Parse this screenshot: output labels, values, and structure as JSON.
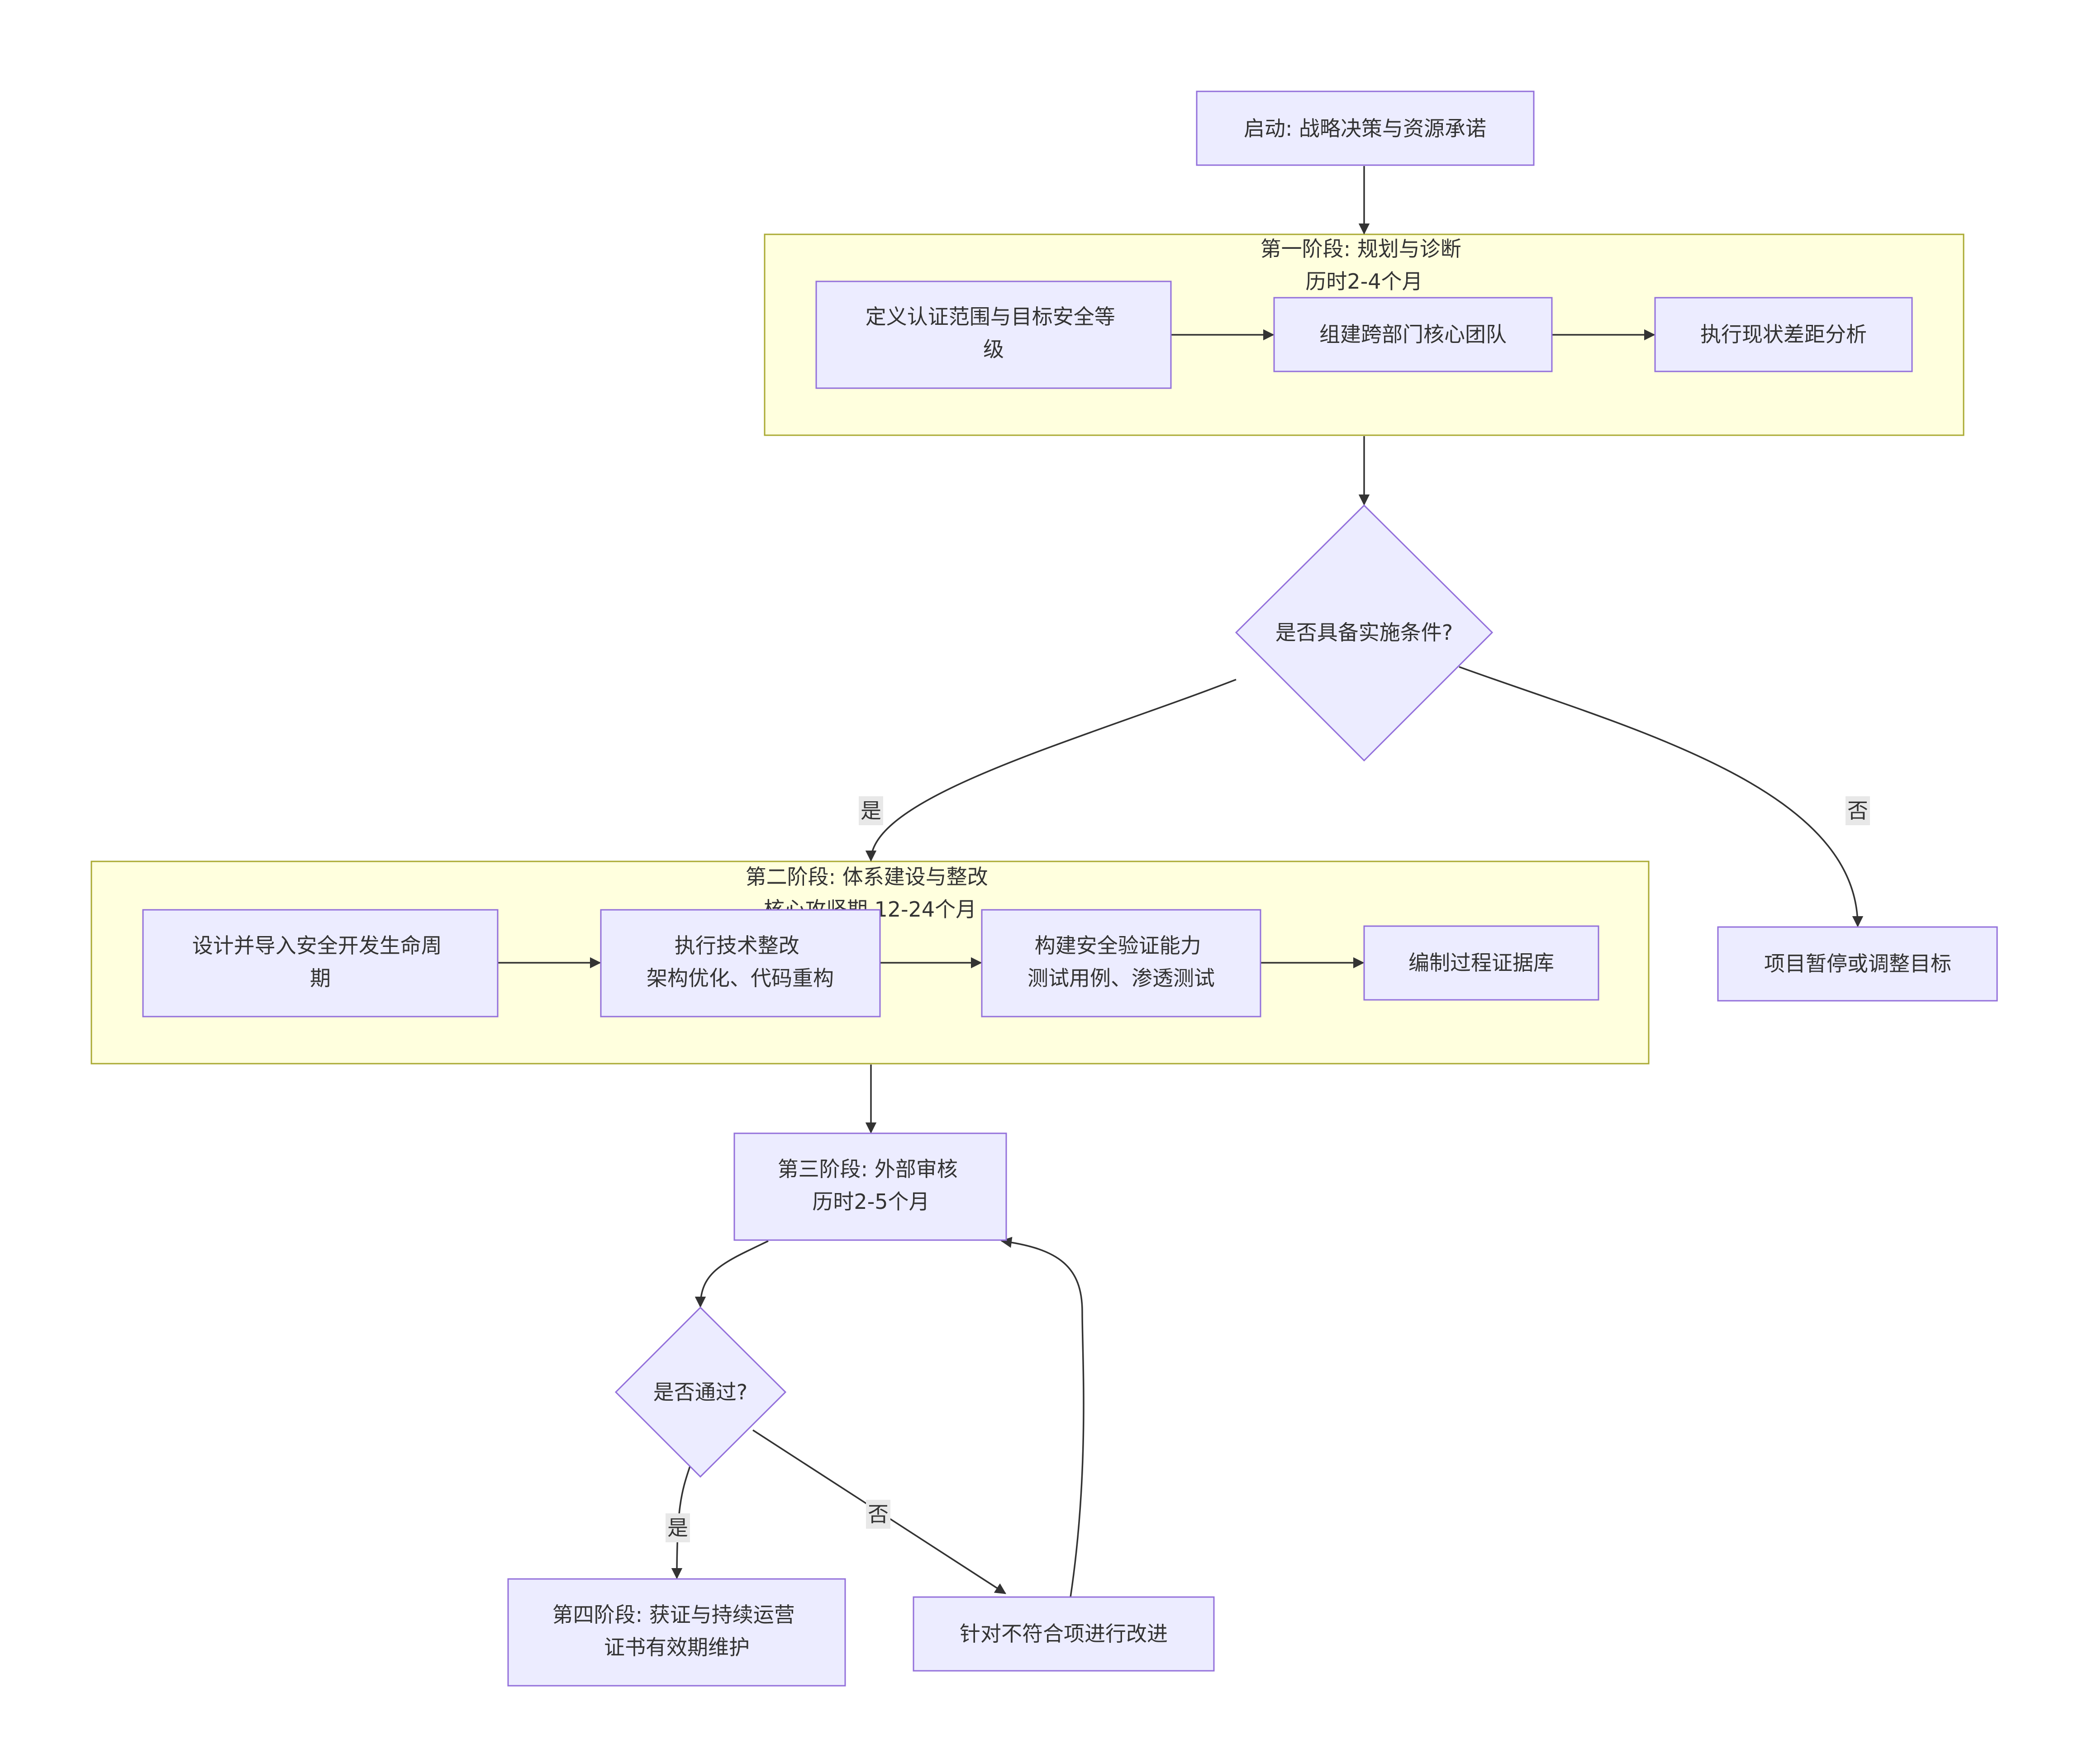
{
  "colors": {
    "node_fill": "#ECECFF",
    "node_stroke": "#9370DB",
    "group_fill": "#FFFFDE",
    "group_stroke": "#AAAA33",
    "edge": "#333333",
    "edge_label_bg": "#E8E8E8",
    "text": "#333333"
  },
  "nodes": {
    "start": [
      "启动: 战略决策与资源承诺"
    ],
    "define_scope": [
      "定义认证范围与目标安全等",
      "级"
    ],
    "build_team": [
      "组建跨部门核心团队"
    ],
    "gap_analysis": [
      "执行现状差距分析"
    ],
    "ready_decision": [
      "是否具备实施条件?"
    ],
    "pause_project": [
      "项目暂停或调整目标"
    ],
    "design_sdl": [
      "设计并导入安全开发生命周",
      "期"
    ],
    "tech_rectify": [
      "执行技术整改",
      "架构优化、代码重构"
    ],
    "verify_capability": [
      "构建安全验证能力",
      "测试用例、渗透测试"
    ],
    "evidence_library": [
      "编制过程证据库"
    ],
    "phase3_audit": [
      "第三阶段: 外部审核",
      "历时2-5个月"
    ],
    "pass_decision": [
      "是否通过?"
    ],
    "phase4": [
      "第四阶段: 获证与持续运营",
      "证书有效期维护"
    ],
    "fix_nonconformity": [
      "针对不符合项进行改进"
    ]
  },
  "groups": {
    "phase1": [
      "第一阶段: 规划与诊断",
      "历时2-4个月"
    ],
    "phase2": [
      "第二阶段: 体系建设与整改",
      "核心攻坚期 12-24个月"
    ]
  },
  "edge_labels": {
    "ready_yes": "是",
    "ready_no": "否",
    "pass_yes": "是",
    "pass_no": "否"
  }
}
